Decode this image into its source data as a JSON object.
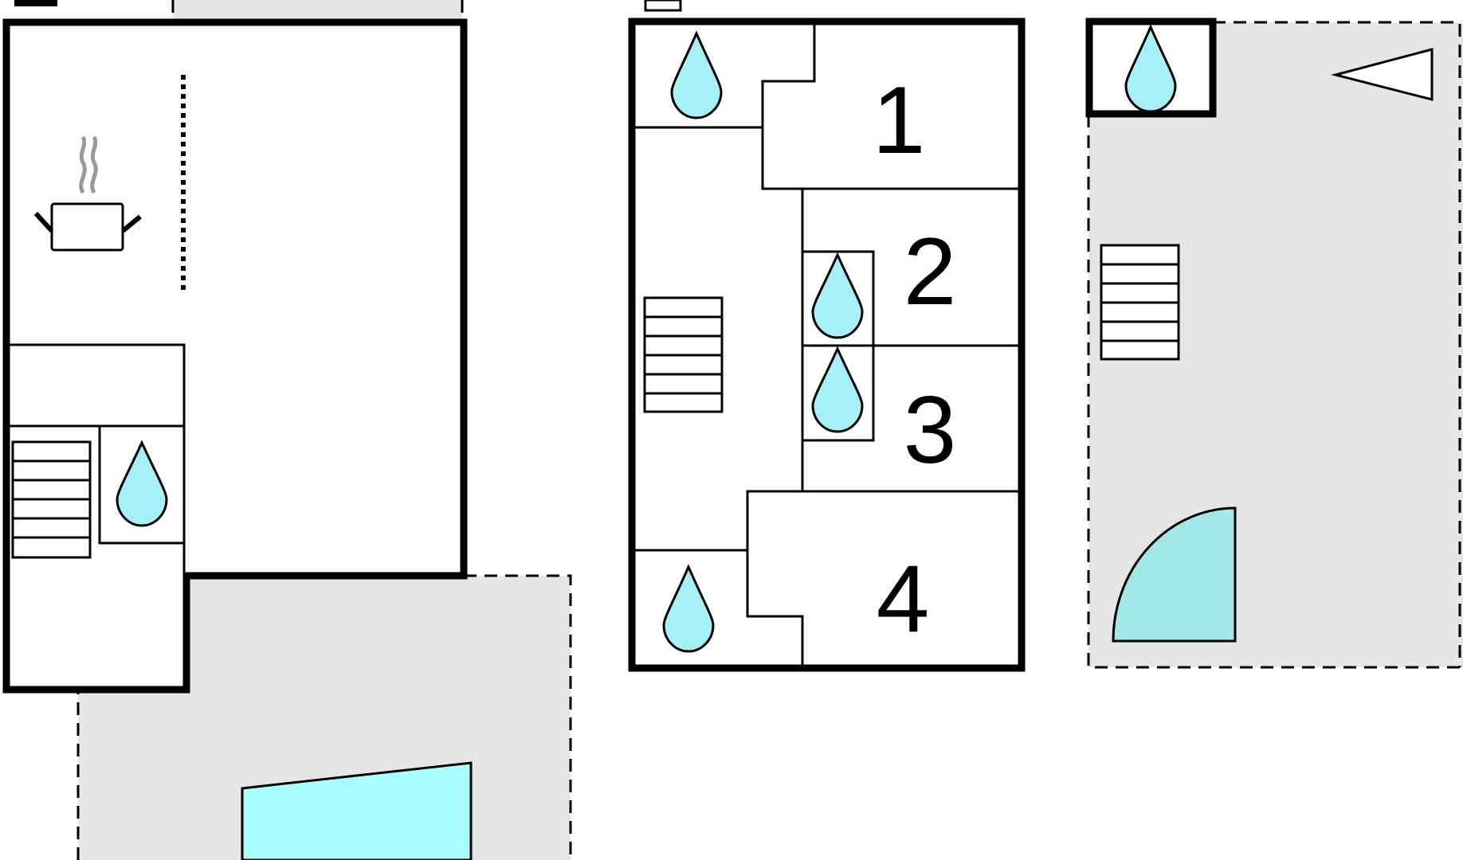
{
  "colors": {
    "wall": "#000000",
    "outdoor_fill": "#e6e6e6",
    "water_drop": "#a6f0f7",
    "pool": "#a8ffff",
    "door_swing": "#a3e8e8",
    "steam": "#999999",
    "background": "#ffffff"
  },
  "room_numbers": [
    "1",
    "2",
    "3",
    "4"
  ],
  "icons": {
    "bathroom": "water-drop-icon",
    "stairs": "stairs-icon",
    "kitchen": "cooking-pot-icon",
    "pool": "pool-icon",
    "door": "door-swing-icon",
    "compass": "triangle-marker-icon"
  }
}
